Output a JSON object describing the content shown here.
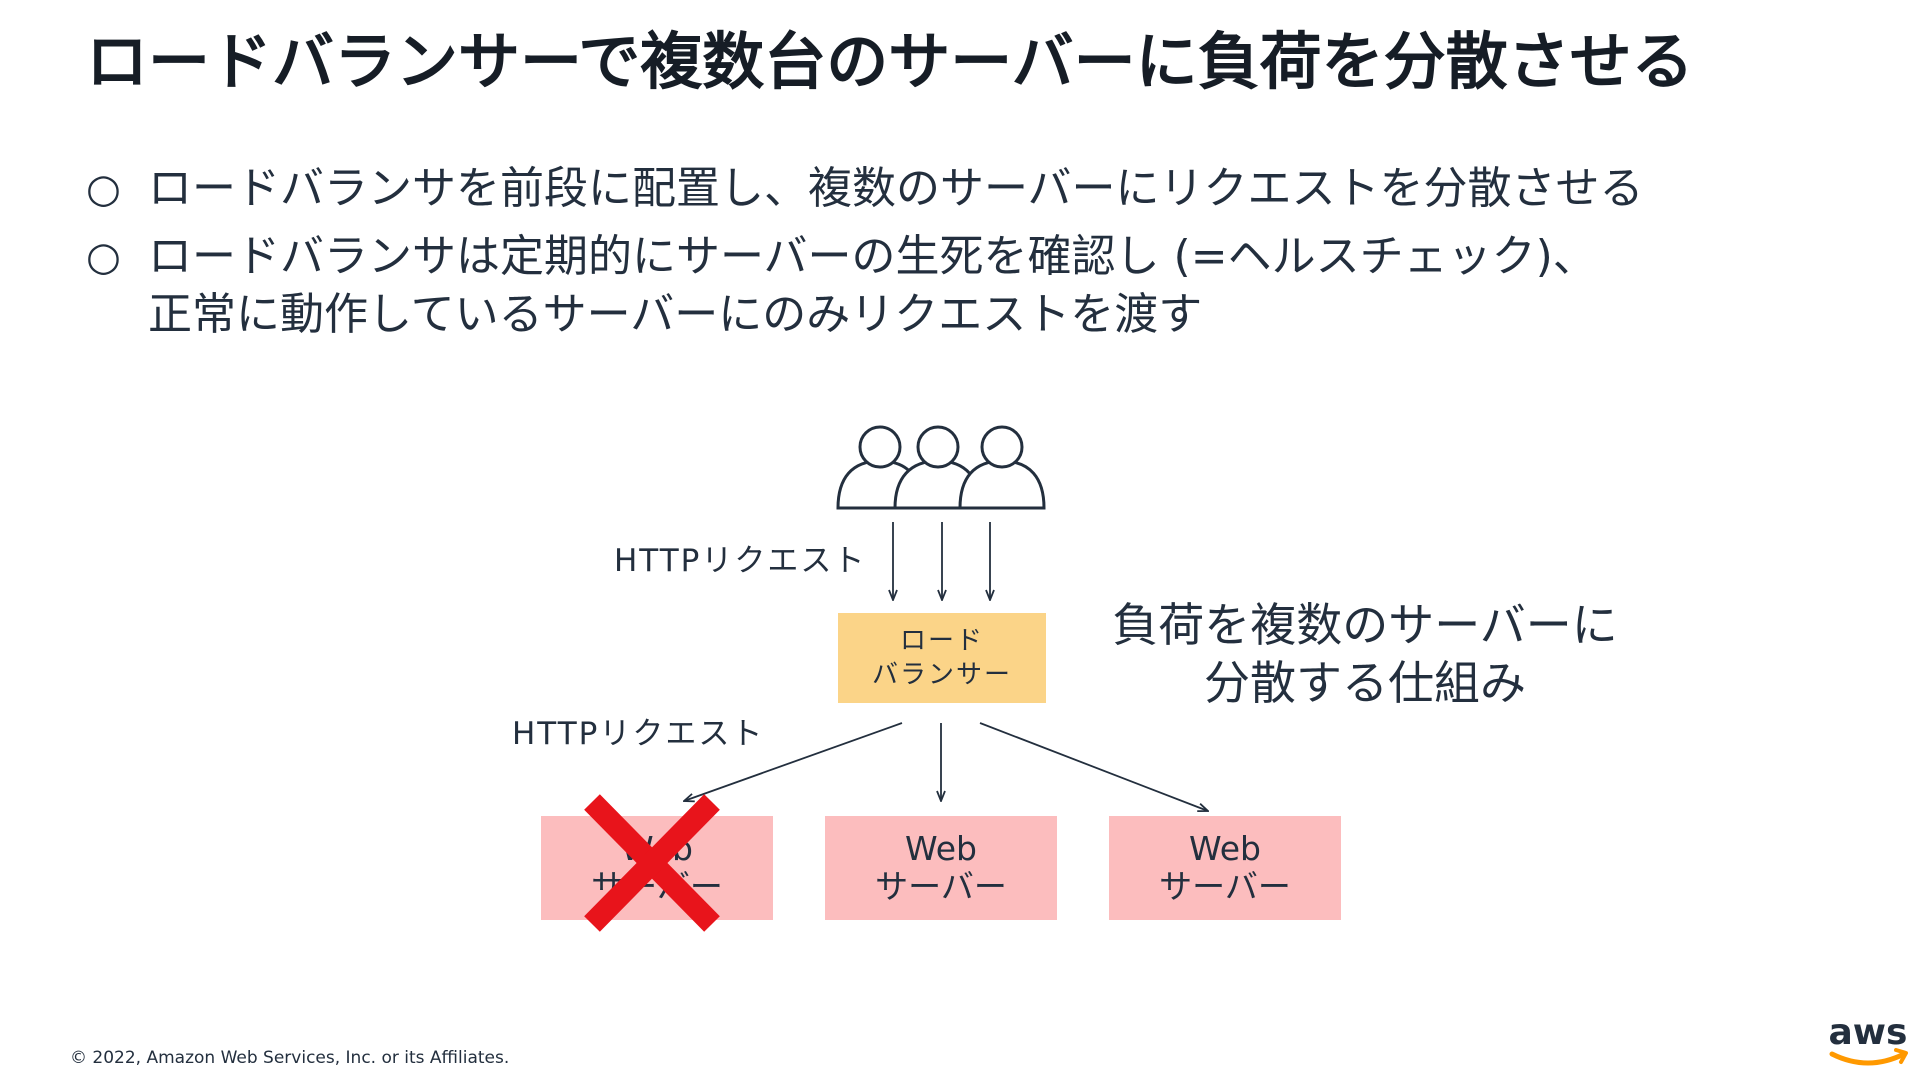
{
  "slide": {
    "title": "ロードバランサーで複数台のサーバーに負荷を分散させる",
    "bullets": [
      {
        "marker": "○",
        "lines": [
          "ロードバランサを前段に配置し、複数のサーバーにリクエストを分散させる"
        ]
      },
      {
        "marker": "○",
        "lines": [
          "ロードバランサは定期的にサーバーの生死を確認し (=ヘルスチェック)、",
          "正常に動作しているサーバーにのみリクエストを渡す"
        ]
      }
    ]
  },
  "diagram": {
    "users_icon": "users-group-icon",
    "label_top": "HTTPリクエスト",
    "label_bottom": "HTTPリクエスト",
    "load_balancer": {
      "line1": "ロード",
      "line2": "バランサー",
      "color": "#fbd488"
    },
    "servers": [
      {
        "line1": "Web",
        "line2": "サーバー",
        "status": "down"
      },
      {
        "line1": "Web",
        "line2": "サーバー",
        "status": "up"
      },
      {
        "line1": "Web",
        "line2": "サーバー",
        "status": "up"
      }
    ],
    "server_color": "#fcbdbe",
    "down_mark_color": "#e8141b",
    "mechanism": {
      "line1": "負荷を複数のサーバーに",
      "line2": "分散する仕組み"
    }
  },
  "footer": {
    "copyright": "© 2022, Amazon Web Services, Inc. or its Affiliates.",
    "logo_text": "aws",
    "logo_accent": "#ff9900"
  }
}
